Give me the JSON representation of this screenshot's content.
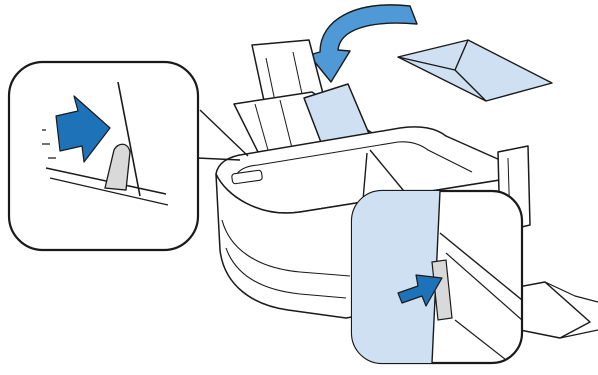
{
  "illustration": {
    "subject": "printer-envelope-loading",
    "colors": {
      "outline": "#1a1a1a",
      "paper_blue": "#cfe0f2",
      "arrow_blue": "#1e73b8",
      "arrow_light": "#4f9ad6",
      "background": "#ffffff",
      "guide_gray": "#d9d9d9"
    },
    "icons": [
      "insert-arrow-icon",
      "push-arrow-icon",
      "curved-arrow-icon"
    ],
    "callouts": [
      "left-edge-guide-detail",
      "right-edge-guide-detail"
    ]
  }
}
